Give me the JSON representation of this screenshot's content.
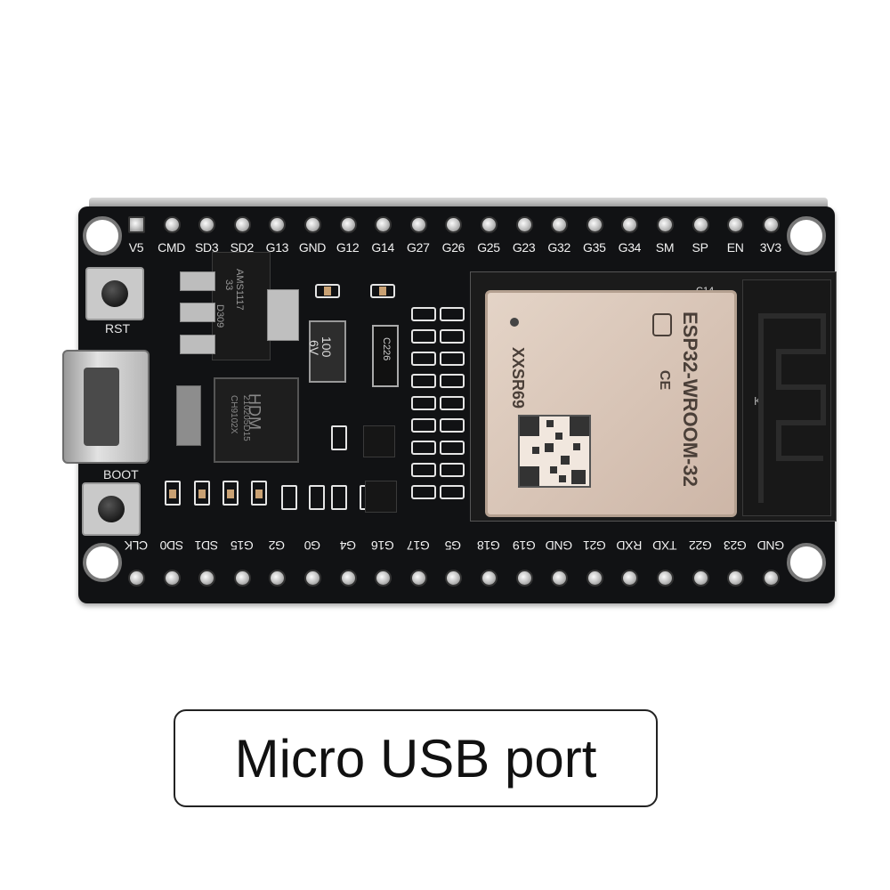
{
  "board": {
    "top_pins": [
      "V5",
      "CMD",
      "SD3",
      "SD2",
      "G13",
      "GND",
      "G12",
      "G14",
      "G27",
      "G26",
      "G25",
      "G23",
      "G32",
      "G35",
      "G34",
      "SM",
      "SP",
      "EN",
      "3V3"
    ],
    "bottom_pins": [
      "CLK",
      "SD0",
      "SD1",
      "G15",
      "G2",
      "G0",
      "G4",
      "G16",
      "G17",
      "G5",
      "G18",
      "G19",
      "GND",
      "G21",
      "RXD",
      "TXD",
      "G22",
      "G23",
      "GND"
    ],
    "rst_label": "RST",
    "boot_label": "BOOT",
    "regulator_text": [
      "AMS1117",
      "33",
      "D309"
    ],
    "cap_text": [
      "100",
      "6V"
    ],
    "cap2_text": "C226",
    "usb_chip_text": [
      "HDM",
      "210205D15",
      "CH9102X"
    ],
    "module_title": "ESP32-WROOM-32",
    "module_code": "XXSR69",
    "module_small": "C14",
    "antenna_mark": "K"
  },
  "caption": {
    "text": "Micro USB port"
  },
  "colors": {
    "pcb": "#111214",
    "shield": "#d9c7b9",
    "silkscreen": "#f2f2f2"
  }
}
